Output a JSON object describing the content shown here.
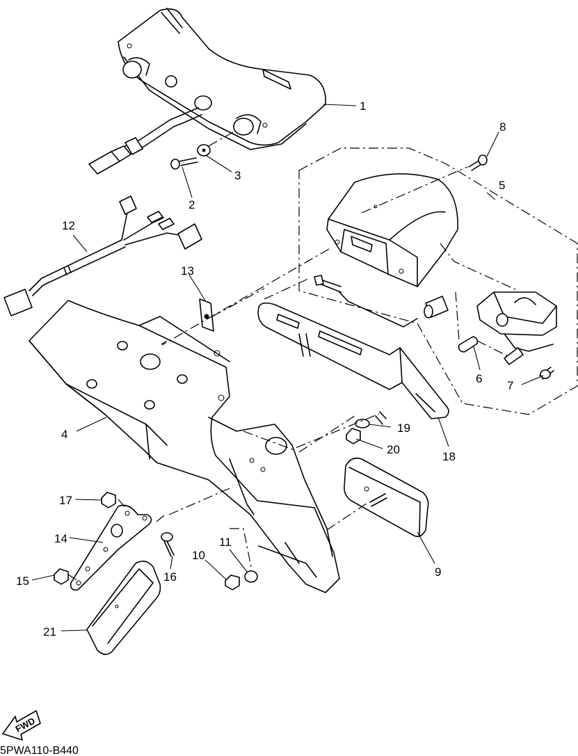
{
  "diagram": {
    "callouts": [
      "1",
      "2",
      "3",
      "4",
      "5",
      "6",
      "7",
      "8",
      "9",
      "10",
      "11",
      "12",
      "13",
      "14",
      "15",
      "16",
      "17",
      "18",
      "19",
      "20",
      "21"
    ],
    "fwd_label": "FWD",
    "reference_code": "5PWA110-B440"
  }
}
